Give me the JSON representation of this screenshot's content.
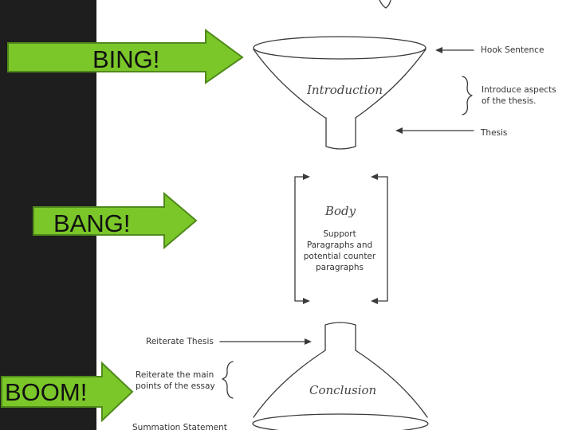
{
  "slide": {
    "arrows": [
      {
        "label": "BING!",
        "color": "#7bc72a"
      },
      {
        "label": "BANG!",
        "color": "#7bc72a"
      },
      {
        "label": "BOOM!",
        "color": "#7bc72a"
      }
    ]
  },
  "diagram": {
    "introduction": {
      "funnel_label": "Introduction",
      "hook": "Hook Sentence",
      "aspects_line1": "Introduce aspects",
      "aspects_line2": "of the thesis.",
      "thesis": "Thesis"
    },
    "body": {
      "title": "Body",
      "line1": "Support",
      "line2": "Paragraphs and",
      "line3": "potential counter",
      "line4": "paragraphs"
    },
    "conclusion": {
      "funnel_label": "Conclusion",
      "reiterate_thesis": "Reiterate Thesis",
      "main_points_line1": "Reiterate the main",
      "main_points_line2": "points of the essay",
      "summation": "Summation Statement"
    }
  }
}
